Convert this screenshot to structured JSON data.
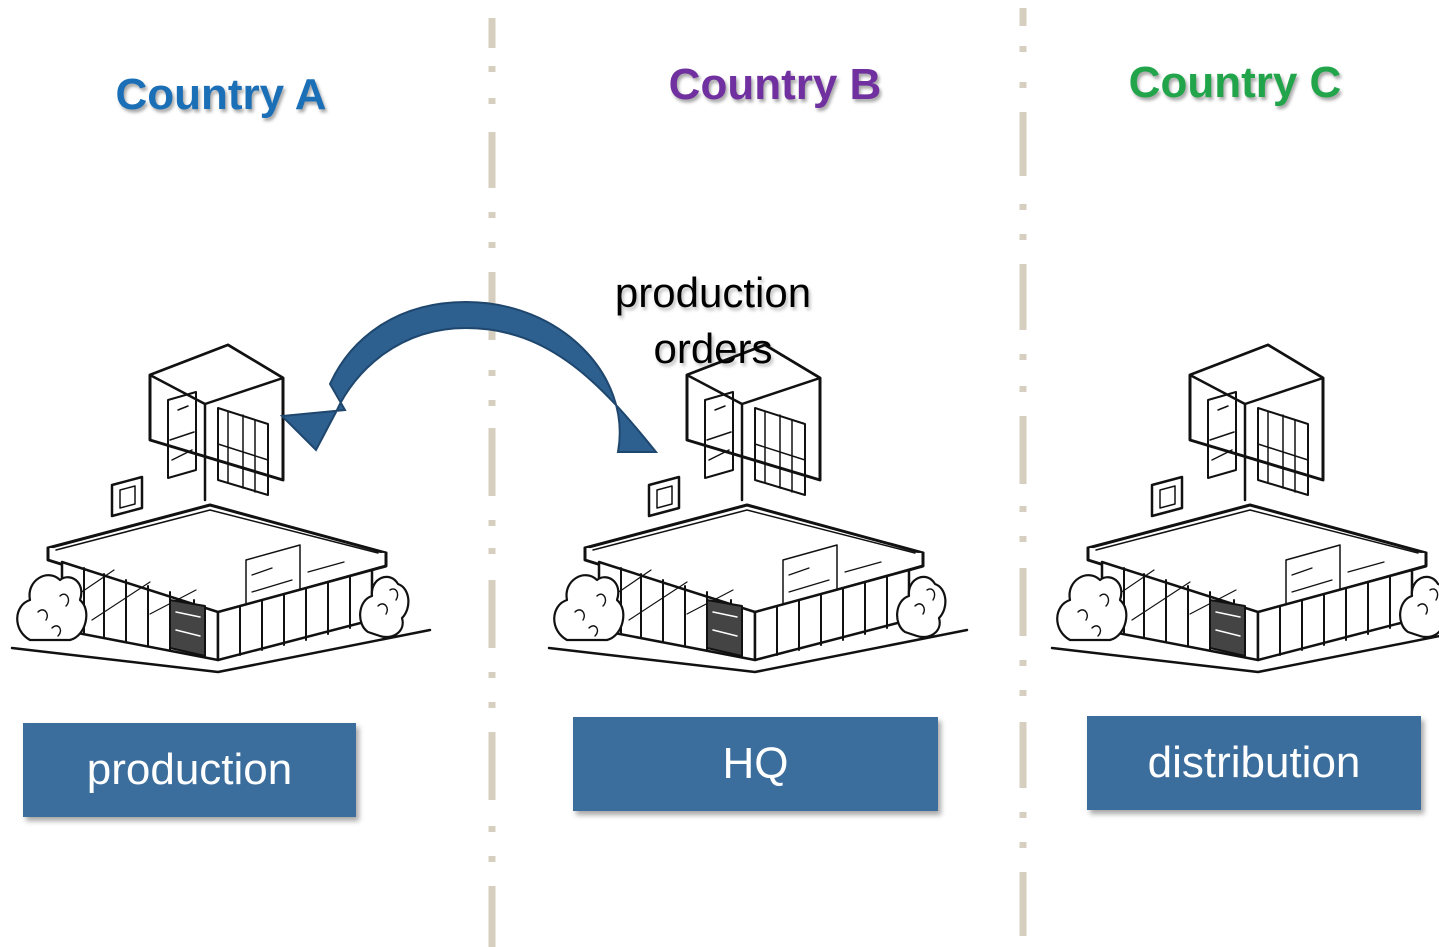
{
  "columns": [
    {
      "country": "Country A",
      "color": "#1a6fb7",
      "role": "production"
    },
    {
      "country": "Country B",
      "color": "#7030a0",
      "role": "HQ"
    },
    {
      "country": "Country C",
      "color": "#22a54a",
      "role": "distribution"
    }
  ],
  "arrow": {
    "label_line1": "production",
    "label_line2": "orders",
    "color": "#2d5f8f"
  },
  "box_color": "#3c6e9d",
  "divider_color": "#d6cfbf",
  "icons": [
    "building-icon",
    "building-icon",
    "building-icon"
  ]
}
